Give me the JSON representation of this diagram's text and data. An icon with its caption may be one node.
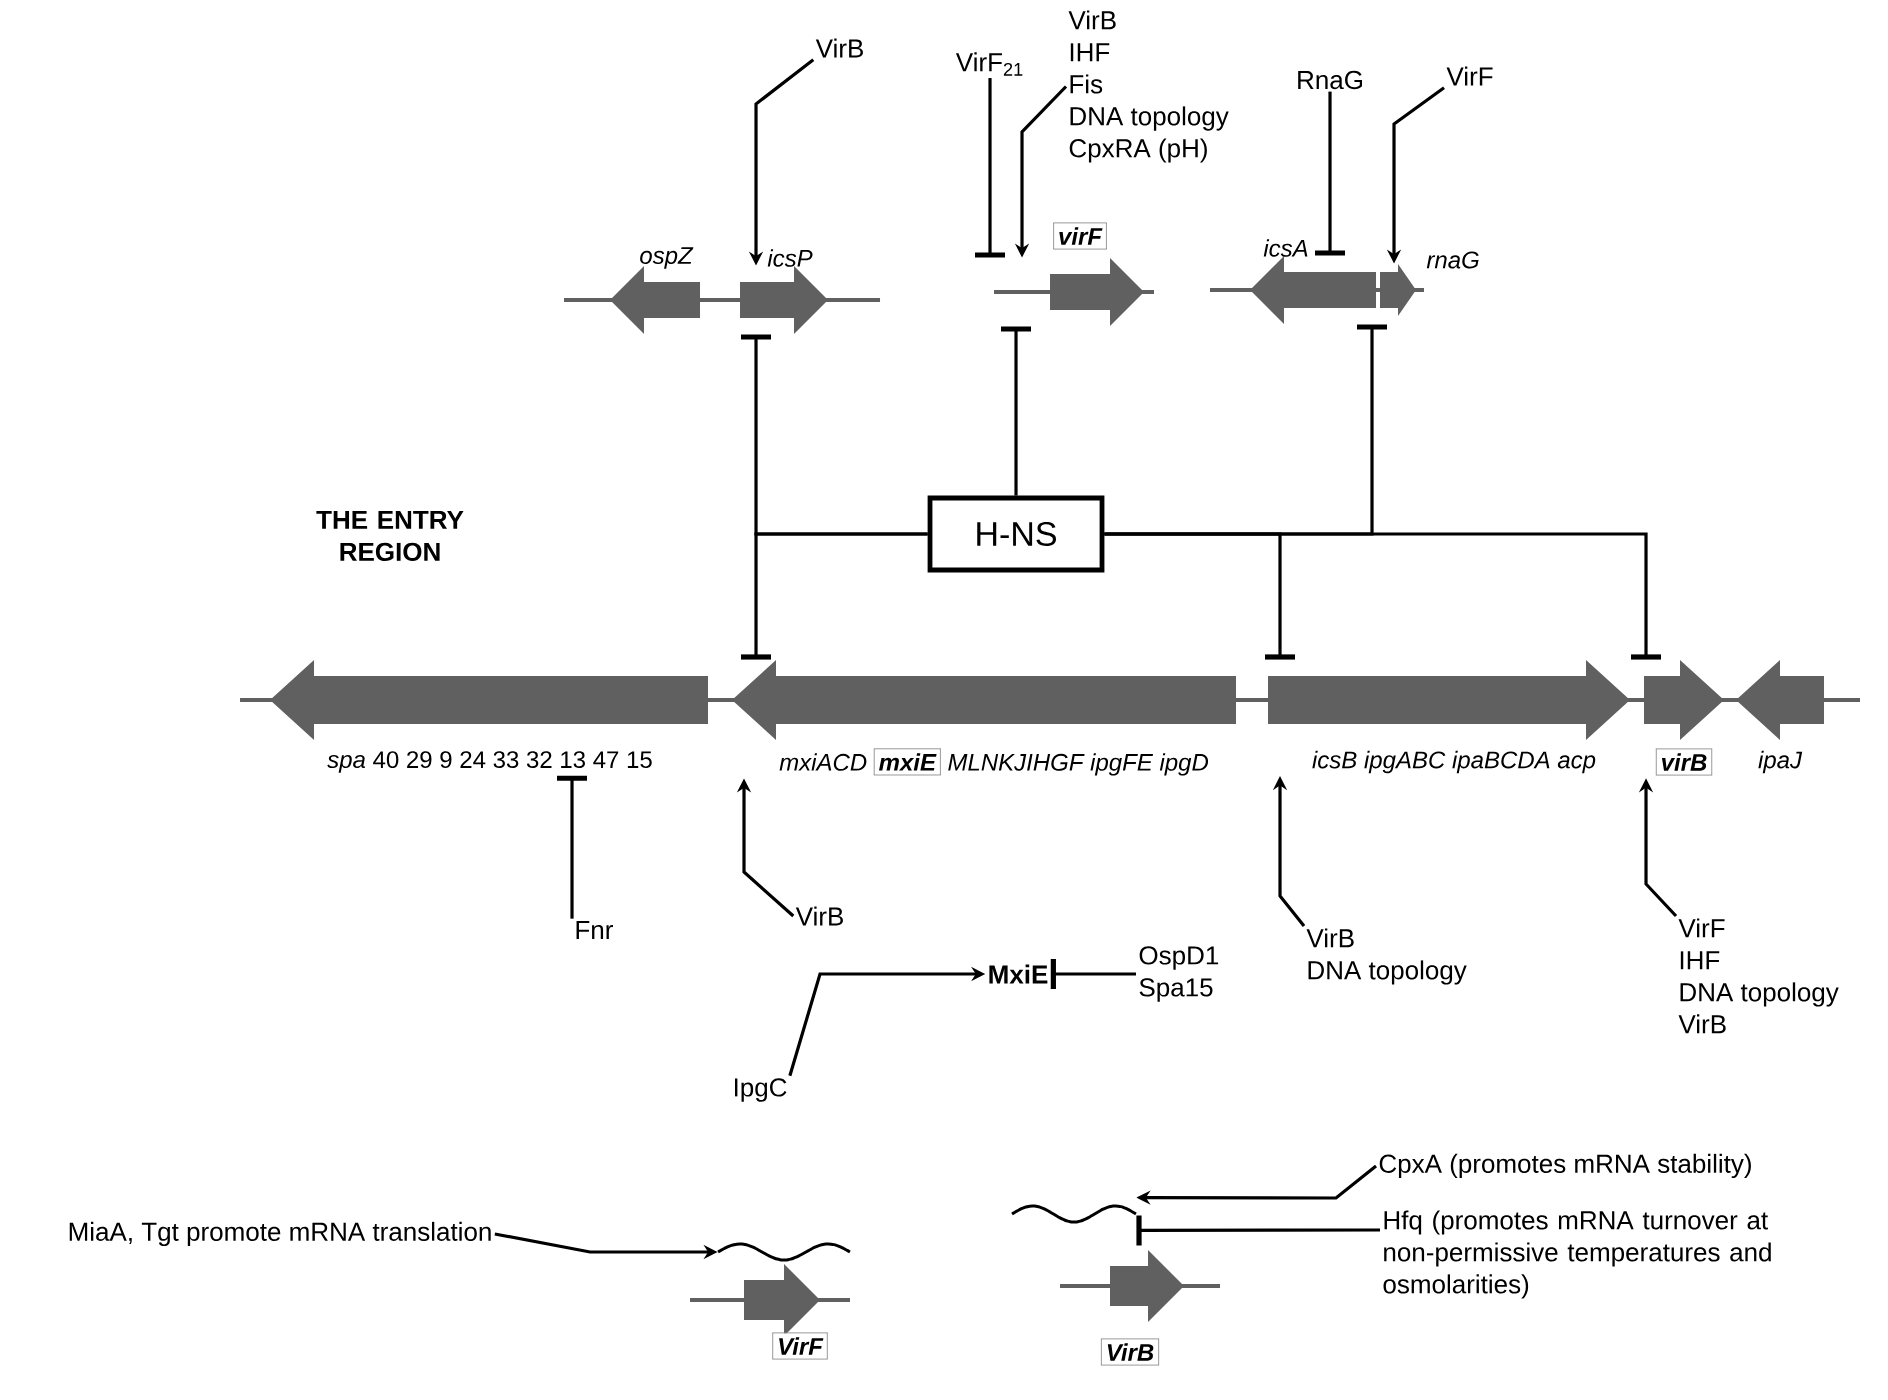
{
  "diagram": {
    "nodes": [
      {
        "text": [
          "VirB"
        ]
      },
      {
        "text": [
          "VirF$_{21}$"
        ]
      },
      {
        "text": [
          "VirB",
          "IHF",
          "Fis",
          "DNA topology",
          "CpxRA (pH)"
        ]
      },
      {
        "text": [
          "RnaG"
        ]
      },
      {
        "text": [
          "VirF"
        ]
      },
      {
        "text": [
          "ospZ"
        ]
      },
      {
        "text": [
          "icsP"
        ]
      },
      {
        "text": [
          "virF"
        ]
      },
      {
        "text": [
          "icsA"
        ]
      },
      {
        "text": [
          "rnaG"
        ]
      },
      {
        "text": [
          "H-NS"
        ]
      },
      {
        "text": [
          "*spa* 40 29 9 24 33 32 13 47 15"
        ]
      },
      {
        "text": [
          "mxiACD",
          "mxiE",
          "MLNKJIHGF ipgFE ipgD"
        ]
      },
      {
        "text": [
          "icsB ipgABC ipaBCDA acp"
        ]
      },
      {
        "text": [
          "virB"
        ]
      },
      {
        "text": [
          "ipaJ"
        ]
      },
      {
        "text": [
          "Fnr"
        ]
      },
      {
        "text": [
          "VirB"
        ]
      },
      {
        "text": [
          "VirB",
          "DNA topology"
        ]
      },
      {
        "text": [
          "VirF",
          "IHF",
          "DNA topology",
          "VirB"
        ]
      },
      {
        "text": [
          "MxiE"
        ]
      },
      {
        "text": [
          "IpgC"
        ]
      },
      {
        "text": [
          "OspD1",
          "Spa15"
        ]
      },
      {
        "text": [
          "MiaA, Tgt promote mRNA translation"
        ]
      },
      {
        "text": [],
        "shape": "wave"
      },
      {
        "text": [
          "VirF"
        ]
      },
      {
        "text": [],
        "shape": "wave"
      },
      {
        "text": [
          "VirB"
        ]
      },
      {
        "text": [
          "CpxA (promotes mRNA stability)"
        ]
      },
      {
        "text": [
          "Hfq (promotes mRNA turnover at non-permissive temperatures and osmolarities)"
        ]
      }
    ],
    "edges": [
      {
        "from": 0,
        "to": 6,
        "arrow": "to"
      },
      {
        "from": 1,
        "to": 7,
        "arrow": "other"
      },
      {
        "from": 2,
        "to": 7,
        "arrow": "to"
      },
      {
        "from": 3,
        "to": 8,
        "arrow": "other"
      },
      {
        "from": 4,
        "to": 9,
        "arrow": "to"
      },
      {
        "from": 10,
        "to": 6,
        "arrow": "other"
      },
      {
        "from": 10,
        "to": 7,
        "arrow": "other"
      },
      {
        "from": 10,
        "to": 8,
        "arrow": "other"
      },
      {
        "from": 10,
        "to": 12,
        "arrow": "other"
      },
      {
        "from": 10,
        "to": 13,
        "arrow": "other"
      },
      {
        "from": 10,
        "to": 14,
        "arrow": "other"
      },
      {
        "from": 16,
        "to": 11,
        "arrow": "other"
      },
      {
        "from": 17,
        "to": 12,
        "arrow": "to"
      },
      {
        "from": 18,
        "to": 13,
        "arrow": "to"
      },
      {
        "from": 19,
        "to": 14,
        "arrow": "to"
      },
      {
        "from": 21,
        "to": 20,
        "arrow": "to"
      },
      {
        "from": 22,
        "to": 20,
        "arrow": "other"
      },
      {
        "from": 23,
        "to": 24,
        "arrow": "to"
      },
      {
        "from": 28,
        "to": 26,
        "arrow": "to"
      },
      {
        "from": 29,
        "to": 26,
        "arrow": "other"
      }
    ],
    "labels": [
      "THE ENTRY REGION"
    ]
  }
}
